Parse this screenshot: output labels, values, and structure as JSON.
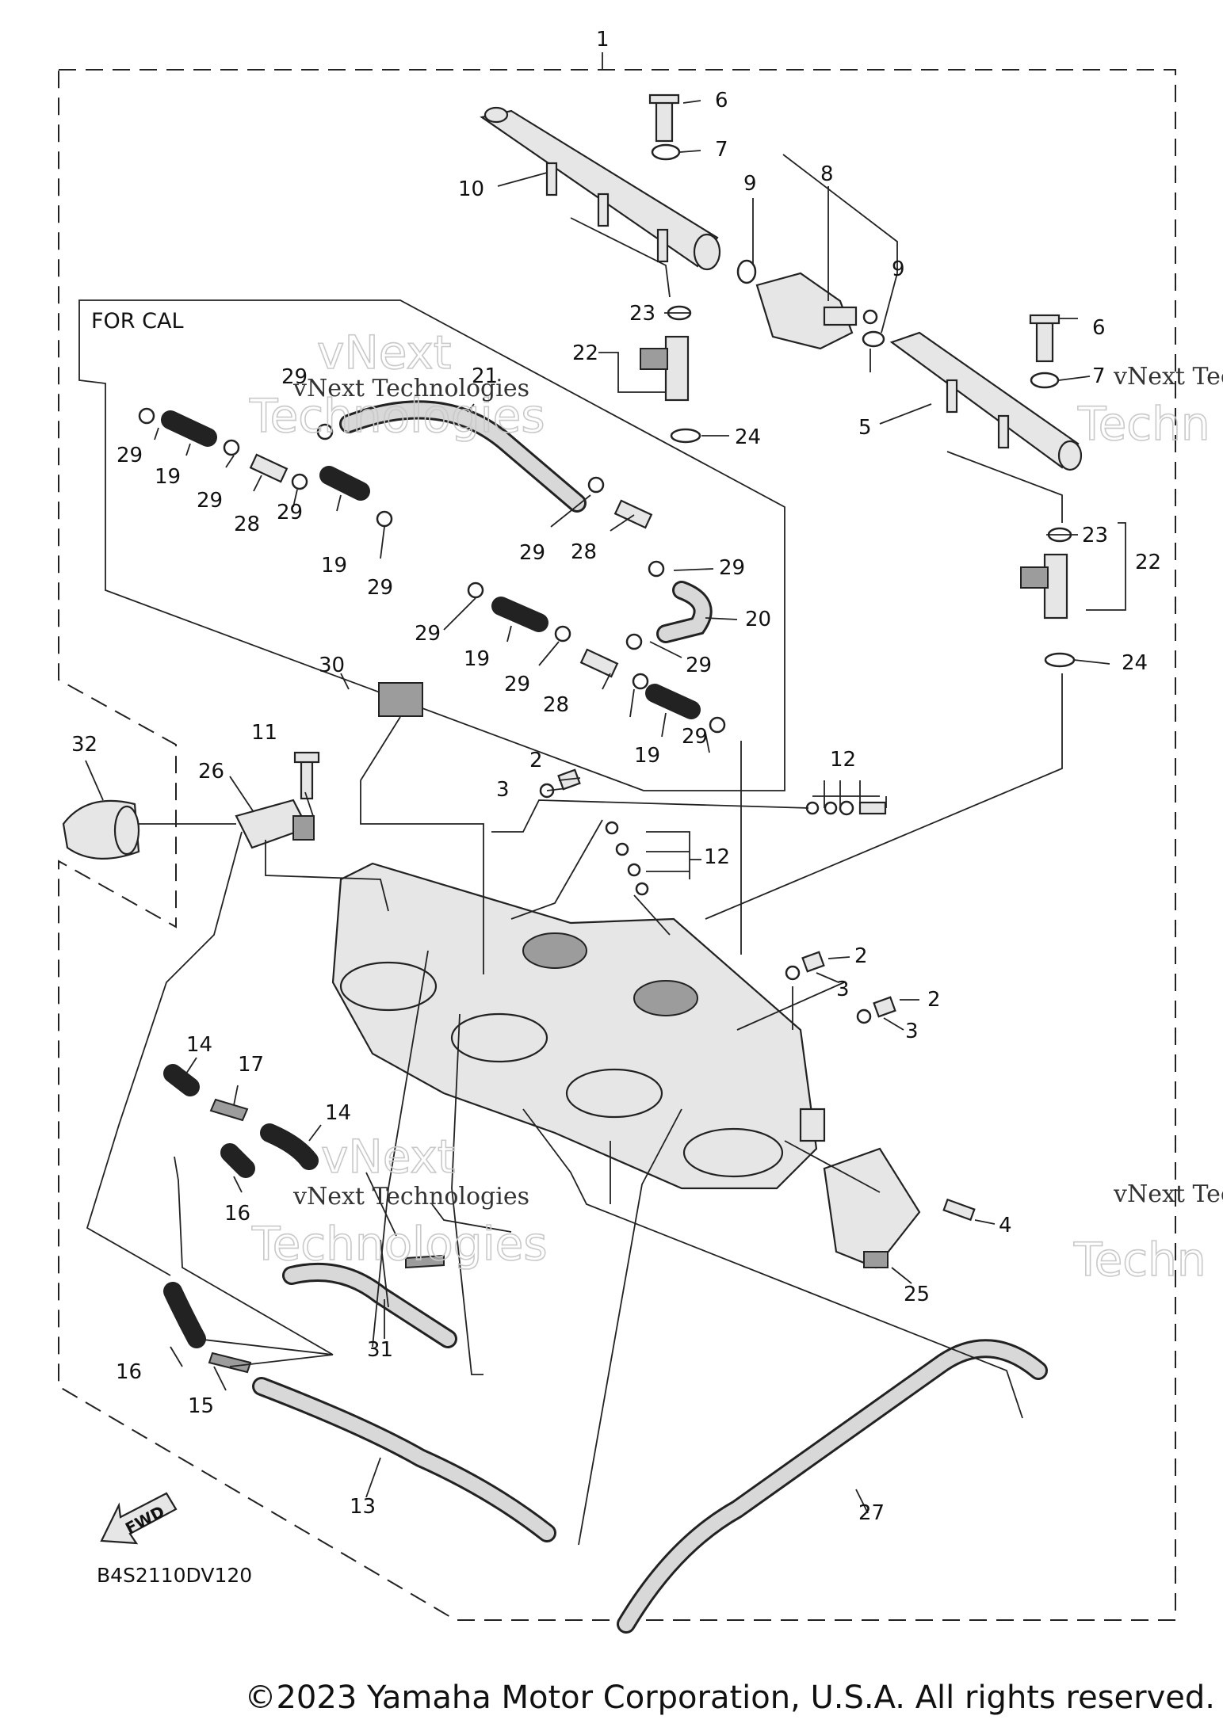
{
  "diagram": {
    "inset_label": "FOR CAL",
    "diagram_code": "B4S2110DV120",
    "fwd_label": "FWD",
    "watermark_text": "vNext Technologies",
    "watermark_big_line1": "vNext",
    "watermark_big_line2": "Technologies",
    "watermark_edge_1": "vNext Tec",
    "watermark_edge_2": "vNext Tec",
    "watermark_edge_big_1": "Techn",
    "watermark_edge_big_2": "Techn"
  },
  "callouts": [
    "1",
    "2",
    "2",
    "2",
    "3",
    "3",
    "3",
    "4",
    "5",
    "6",
    "6",
    "7",
    "7",
    "8",
    "9",
    "9",
    "10",
    "11",
    "12",
    "12",
    "13",
    "14",
    "14",
    "15",
    "16",
    "16",
    "17",
    "19",
    "19",
    "19",
    "19",
    "20",
    "21",
    "22",
    "22",
    "23",
    "23",
    "24",
    "24",
    "25",
    "26",
    "27",
    "28",
    "28",
    "28",
    "29",
    "29",
    "29",
    "29",
    "29",
    "29",
    "29",
    "29",
    "29",
    "29",
    "29",
    "30",
    "31",
    "32"
  ],
  "footer": {
    "copyright": "©2023 Yamaha Motor Corporation, U.S.A. All rights reserved."
  }
}
